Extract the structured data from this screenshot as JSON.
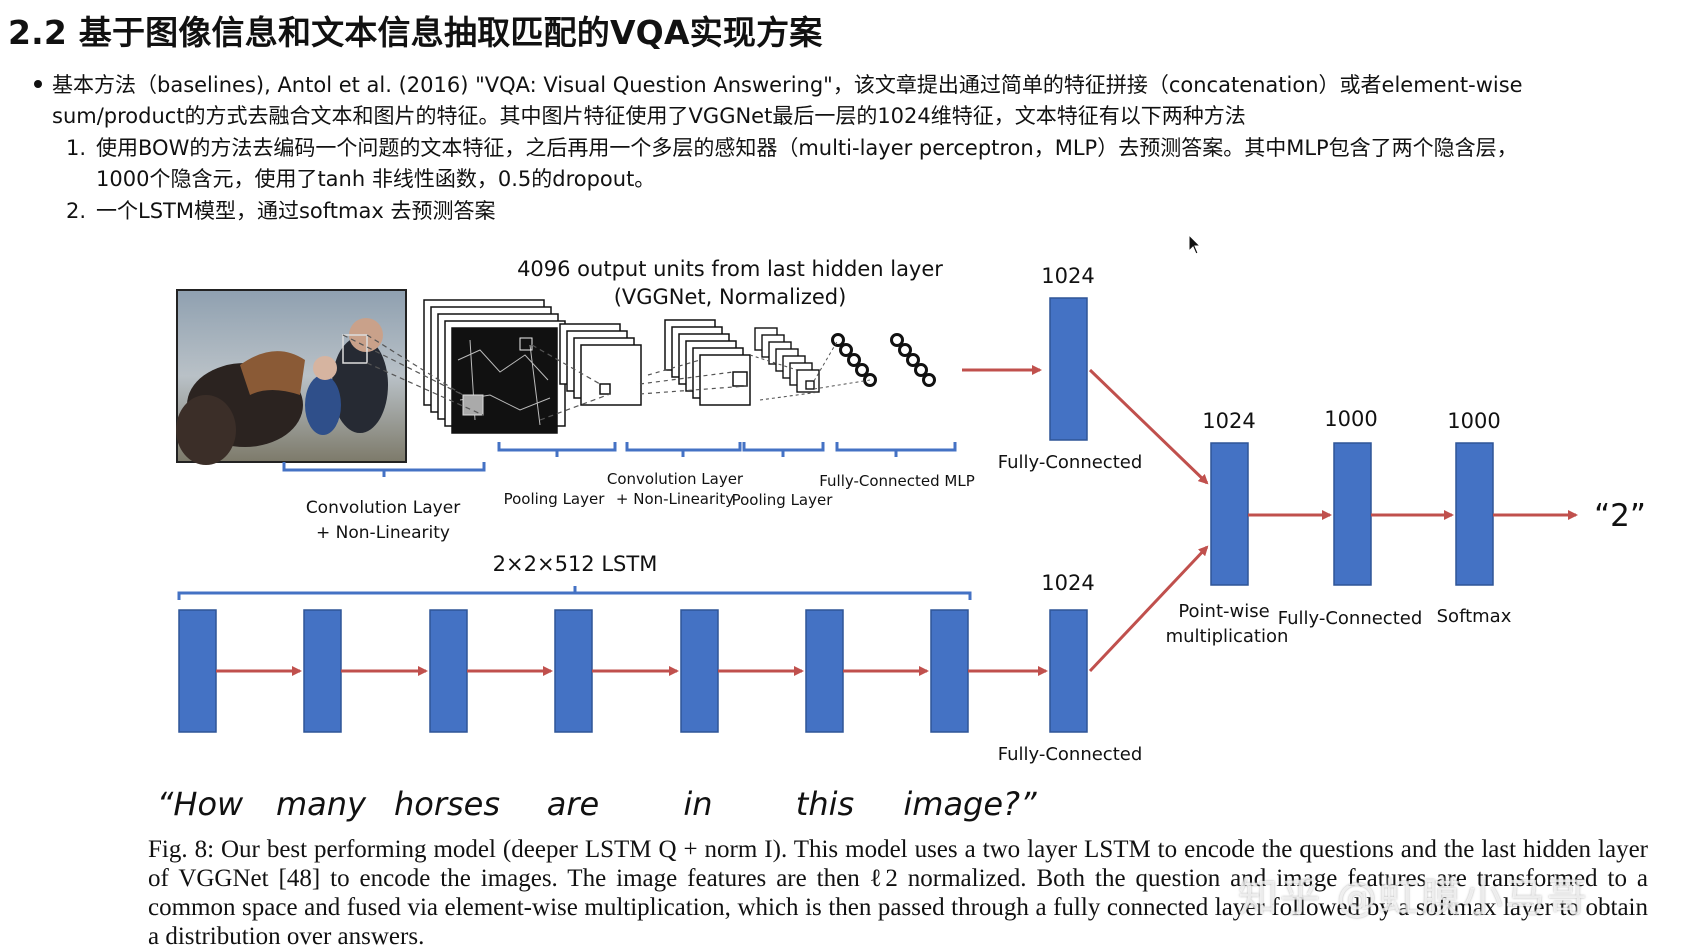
{
  "heading": "2.2 基于图像信息和文本信息抽取匹配的VQA实现方案",
  "bullets": {
    "item1_line1": "基本方法（baselines), Antol et al. (2016) \"VQA: Visual Question Answering\"，该文章提出通过简单的特征拼接（concatenation）或者element-wise",
    "item1_line2": "sum/product的方式去融合文本和图片的特征。其中图片特征使用了VGGNet最后一层的1024维特征，文本特征有以下两种方法",
    "sub1_num": "1.",
    "sub1_line1": "使用BOW的方法去编码一个问题的文本特征，之后再用一个多层的感知器（multi-layer perceptron，MLP）去预测答案。其中MLP包含了两个隐含层，",
    "sub1_line2": "1000个隐含元，使用了tanh 非线性函数，0.5的dropout。",
    "sub2_num": "2.",
    "sub2_line1": "一个LSTM模型，通过softmax 去预测答案"
  },
  "diagram": {
    "top_label_1": "4096 output  units from last hidden layer",
    "top_label_2": "(VGGNet, Normalized)",
    "conv1_label_1": "Convolution Layer",
    "conv1_label_2": "+ Non-Linearity",
    "pool1_label": "Pooling Layer",
    "conv2_label_1": "Convolution Layer",
    "conv2_label_2": "+ Non-Linearity",
    "pool2_label": "Pooling  Layer",
    "fcmlp_label": "Fully-Connected MLP",
    "img_fc_dim": "1024",
    "img_fc_label": "Fully-Connected",
    "lstm_label": "2×2×512 LSTM",
    "q_fc_dim": "1024",
    "q_fc_label": "Fully-Connected",
    "pw_dim": "1024",
    "pw_label_1": "Point-wise",
    "pw_label_2": "multiplication",
    "fc2_dim": "1000",
    "fc2_label": "Fully-Connected",
    "sm_dim": "1000",
    "sm_label": "Softmax",
    "answer": "“2”",
    "question_words": [
      "“How",
      "many",
      "horses",
      "are",
      "in",
      "this",
      "image?”"
    ],
    "colors": {
      "block": "#4472c4",
      "block_edge": "#2f5597",
      "arrow": "#c0504d",
      "bracket": "#4472c4"
    }
  },
  "caption": "Fig. 8: Our best performing model (deeper LSTM Q + norm I). This model uses a two layer LSTM to encode the questions and the last hidden layer of VGGNet [48] to encode the images. The image features are then ℓ2 normalized. Both the question and image features are transformed to a common space and fused via element-wise multiplication, which is then passed through a fully connected layer followed by a softmax layer to obtain a distribution over answers.",
  "watermark": "知乎 @虹膜小马哥"
}
